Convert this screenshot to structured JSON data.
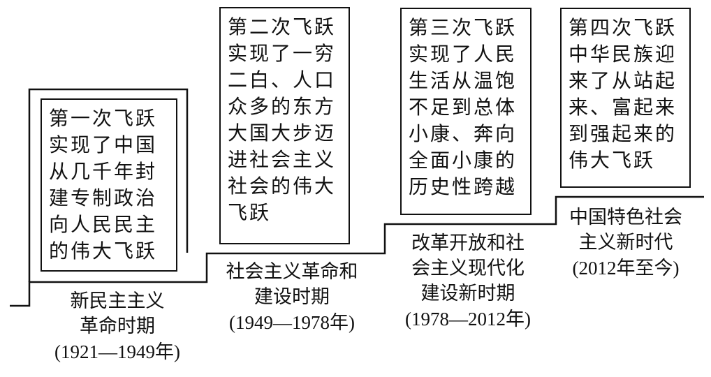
{
  "leaps": [
    {
      "lines": [
        "第一次飞跃",
        "实现了中国",
        "从几千年封",
        "建专制政治",
        "向人民民主",
        "的伟大飞跃"
      ]
    },
    {
      "lines": [
        "第二次飞跃",
        "实现了一穷",
        "二白、人口",
        "众多的东方",
        "大国大步迈",
        "进社会主义",
        "社会的伟大",
        "飞跃"
      ]
    },
    {
      "lines": [
        "第三次飞跃",
        "实现了人民",
        "生活从温饱",
        "不足到总体",
        "小康、奔向",
        "全面小康的",
        "历史性跨越"
      ]
    },
    {
      "lines": [
        "第四次飞跃",
        "中华民族迎",
        "来了从站起",
        "来、富起来",
        "到强起来的",
        "伟大飞跃"
      ]
    }
  ],
  "periods": [
    {
      "lines": [
        "新民主主义",
        "革命时期"
      ],
      "years": "(1921—1949年)"
    },
    {
      "lines": [
        "社会主义革命和",
        "建设时期"
      ],
      "years": "(1949—1978年)"
    },
    {
      "lines": [
        "改革开放和社",
        "会主义现代化",
        "建设新时期"
      ],
      "years": "(1978—2012年)"
    },
    {
      "lines": [
        "中国特色社会",
        "主义新时代"
      ],
      "years": "(2012年至今)"
    }
  ]
}
